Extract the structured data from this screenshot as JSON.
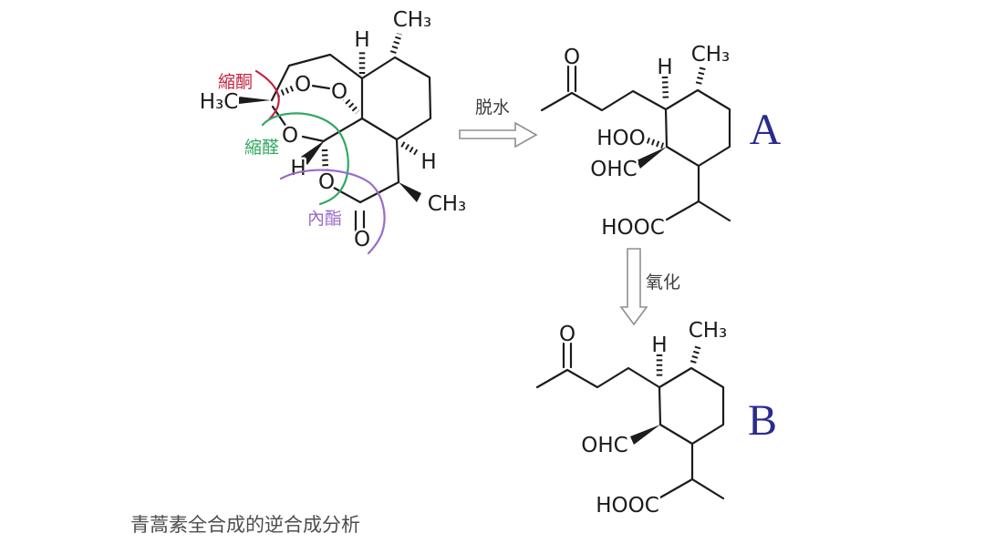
{
  "caption": {
    "text": "青蒿素全合成的逆合成分析"
  },
  "colors": {
    "bond": "#1c1c1c",
    "ketal": "#c32240",
    "acetal": "#2fa862",
    "lactone": "#9a6cc8",
    "navy": "#2b2b8e",
    "arrow_outline": "#8f8f8f",
    "reaction_text": "#3c3c3c",
    "caption_text": "#4d4d4d"
  },
  "atom_symbols": {
    "o": "O",
    "h": "H",
    "ch3": "CH₃",
    "h3c": "H₃C",
    "hoo": "HOO",
    "ohc": "OHC",
    "hooc": "HOOC"
  },
  "annotations": {
    "ketal": "縮酮",
    "acetal": "縮醛",
    "lactone": "內酯"
  },
  "reactions": {
    "dehydration": "脱水",
    "oxidation": "氧化"
  },
  "products": {
    "a": "A",
    "b": "B"
  }
}
